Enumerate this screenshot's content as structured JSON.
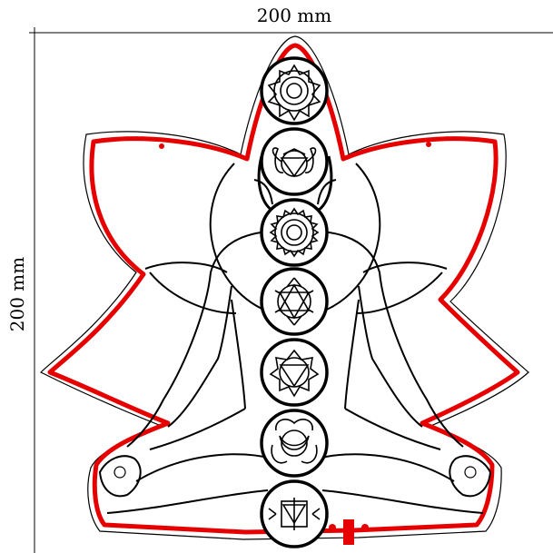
{
  "dimensions": {
    "width_label": "200 mm",
    "height_label": "200 mm"
  },
  "colors": {
    "cut_line": "#e60000",
    "outline": "#000000",
    "background": "#ffffff"
  },
  "chakras": [
    {
      "name": "crown",
      "symbol": "thousand-petal-lotus"
    },
    {
      "name": "third-eye",
      "symbol": "two-petal-triangle"
    },
    {
      "name": "throat",
      "symbol": "sixteen-petal-circle"
    },
    {
      "name": "heart",
      "symbol": "hexagram-lotus"
    },
    {
      "name": "solar-plexus",
      "symbol": "inverted-triangle-lotus"
    },
    {
      "name": "sacral",
      "symbol": "crescent-lotus"
    },
    {
      "name": "root",
      "symbol": "square-triangle-lotus"
    }
  ]
}
